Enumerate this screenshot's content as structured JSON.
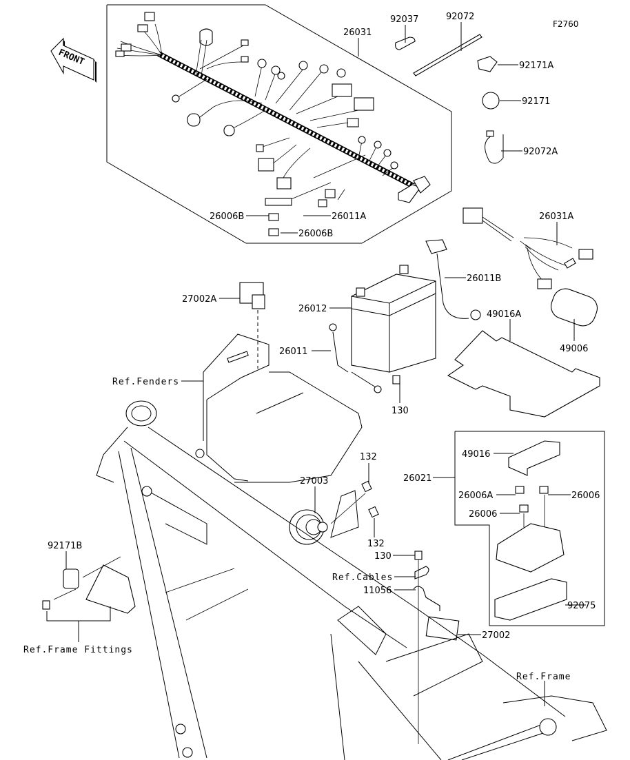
{
  "figure_id": "F2760",
  "orientation_label": "FRONT",
  "parts": [
    {
      "id": "26031",
      "description_group": "main-harness"
    },
    {
      "id": "92037"
    },
    {
      "id": "92072"
    },
    {
      "id": "92171A"
    },
    {
      "id": "92171"
    },
    {
      "id": "92072A"
    },
    {
      "id": "26006B"
    },
    {
      "id": "26011A"
    },
    {
      "id": "26006B"
    },
    {
      "id": "26031A"
    },
    {
      "id": "26011B"
    },
    {
      "id": "27002A"
    },
    {
      "id": "26012"
    },
    {
      "id": "26011"
    },
    {
      "id": "49016A"
    },
    {
      "id": "49006"
    },
    {
      "id": "130"
    },
    {
      "id": "49016"
    },
    {
      "id": "26021"
    },
    {
      "id": "26006A"
    },
    {
      "id": "26006"
    },
    {
      "id": "26006"
    },
    {
      "id": "132"
    },
    {
      "id": "27003"
    },
    {
      "id": "132"
    },
    {
      "id": "130"
    },
    {
      "id": "11056"
    },
    {
      "id": "92075"
    },
    {
      "id": "27002"
    },
    {
      "id": "92171B"
    }
  ],
  "references": {
    "fenders": "Ref.Fenders",
    "cables": "Ref.Cables",
    "frame_fittings": "Ref.Frame Fittings",
    "frame": "Ref.Frame"
  }
}
